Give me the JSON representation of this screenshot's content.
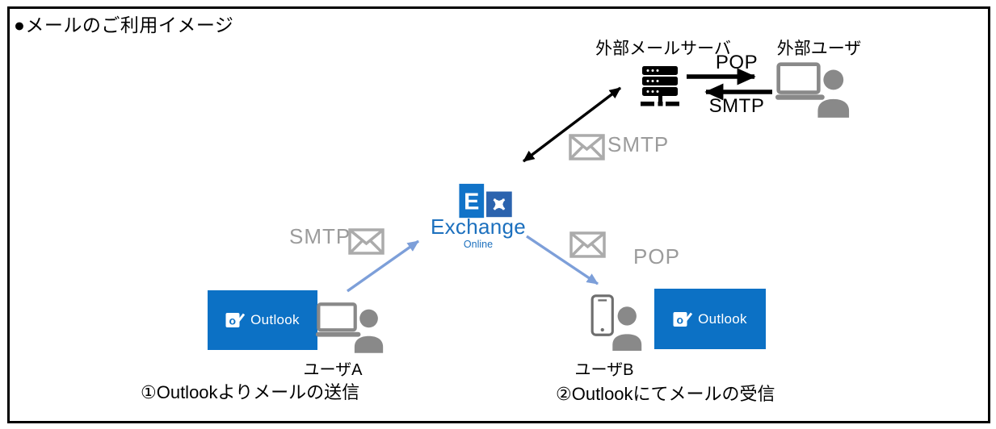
{
  "title": "●メールのご利用イメージ",
  "external_section": {
    "server_label": "外部メールサーバ",
    "user_label": "外部ユーザ",
    "pop_arrow_label": "POP",
    "smtp_arrow_label": "SMTP"
  },
  "exchange_link": {
    "smtp_label": "SMTP"
  },
  "exchange": {
    "name": "Exchange",
    "subname": "Online"
  },
  "send_flow": {
    "smtp_label": "SMTP",
    "outlook_label": "Outlook",
    "user_label": "ユーザA",
    "caption": "①Outlookよりメールの送信"
  },
  "receive_flow": {
    "pop_label": "POP",
    "outlook_label": "Outlook",
    "user_label": "ユーザB",
    "caption": "②Outlookにてメールの受信"
  },
  "colors": {
    "outlook_box_blue": "#0C71C5",
    "exchange_text_blue": "#1C70BE",
    "exchange_icon_blue": "#1173C8",
    "exchange_icon_square_blue": "#2B63AE",
    "light_arrow_blue": "#7D9FD9",
    "gray_label": "#9B9B9B",
    "icon_gray": "#898989",
    "black": "#000000"
  }
}
